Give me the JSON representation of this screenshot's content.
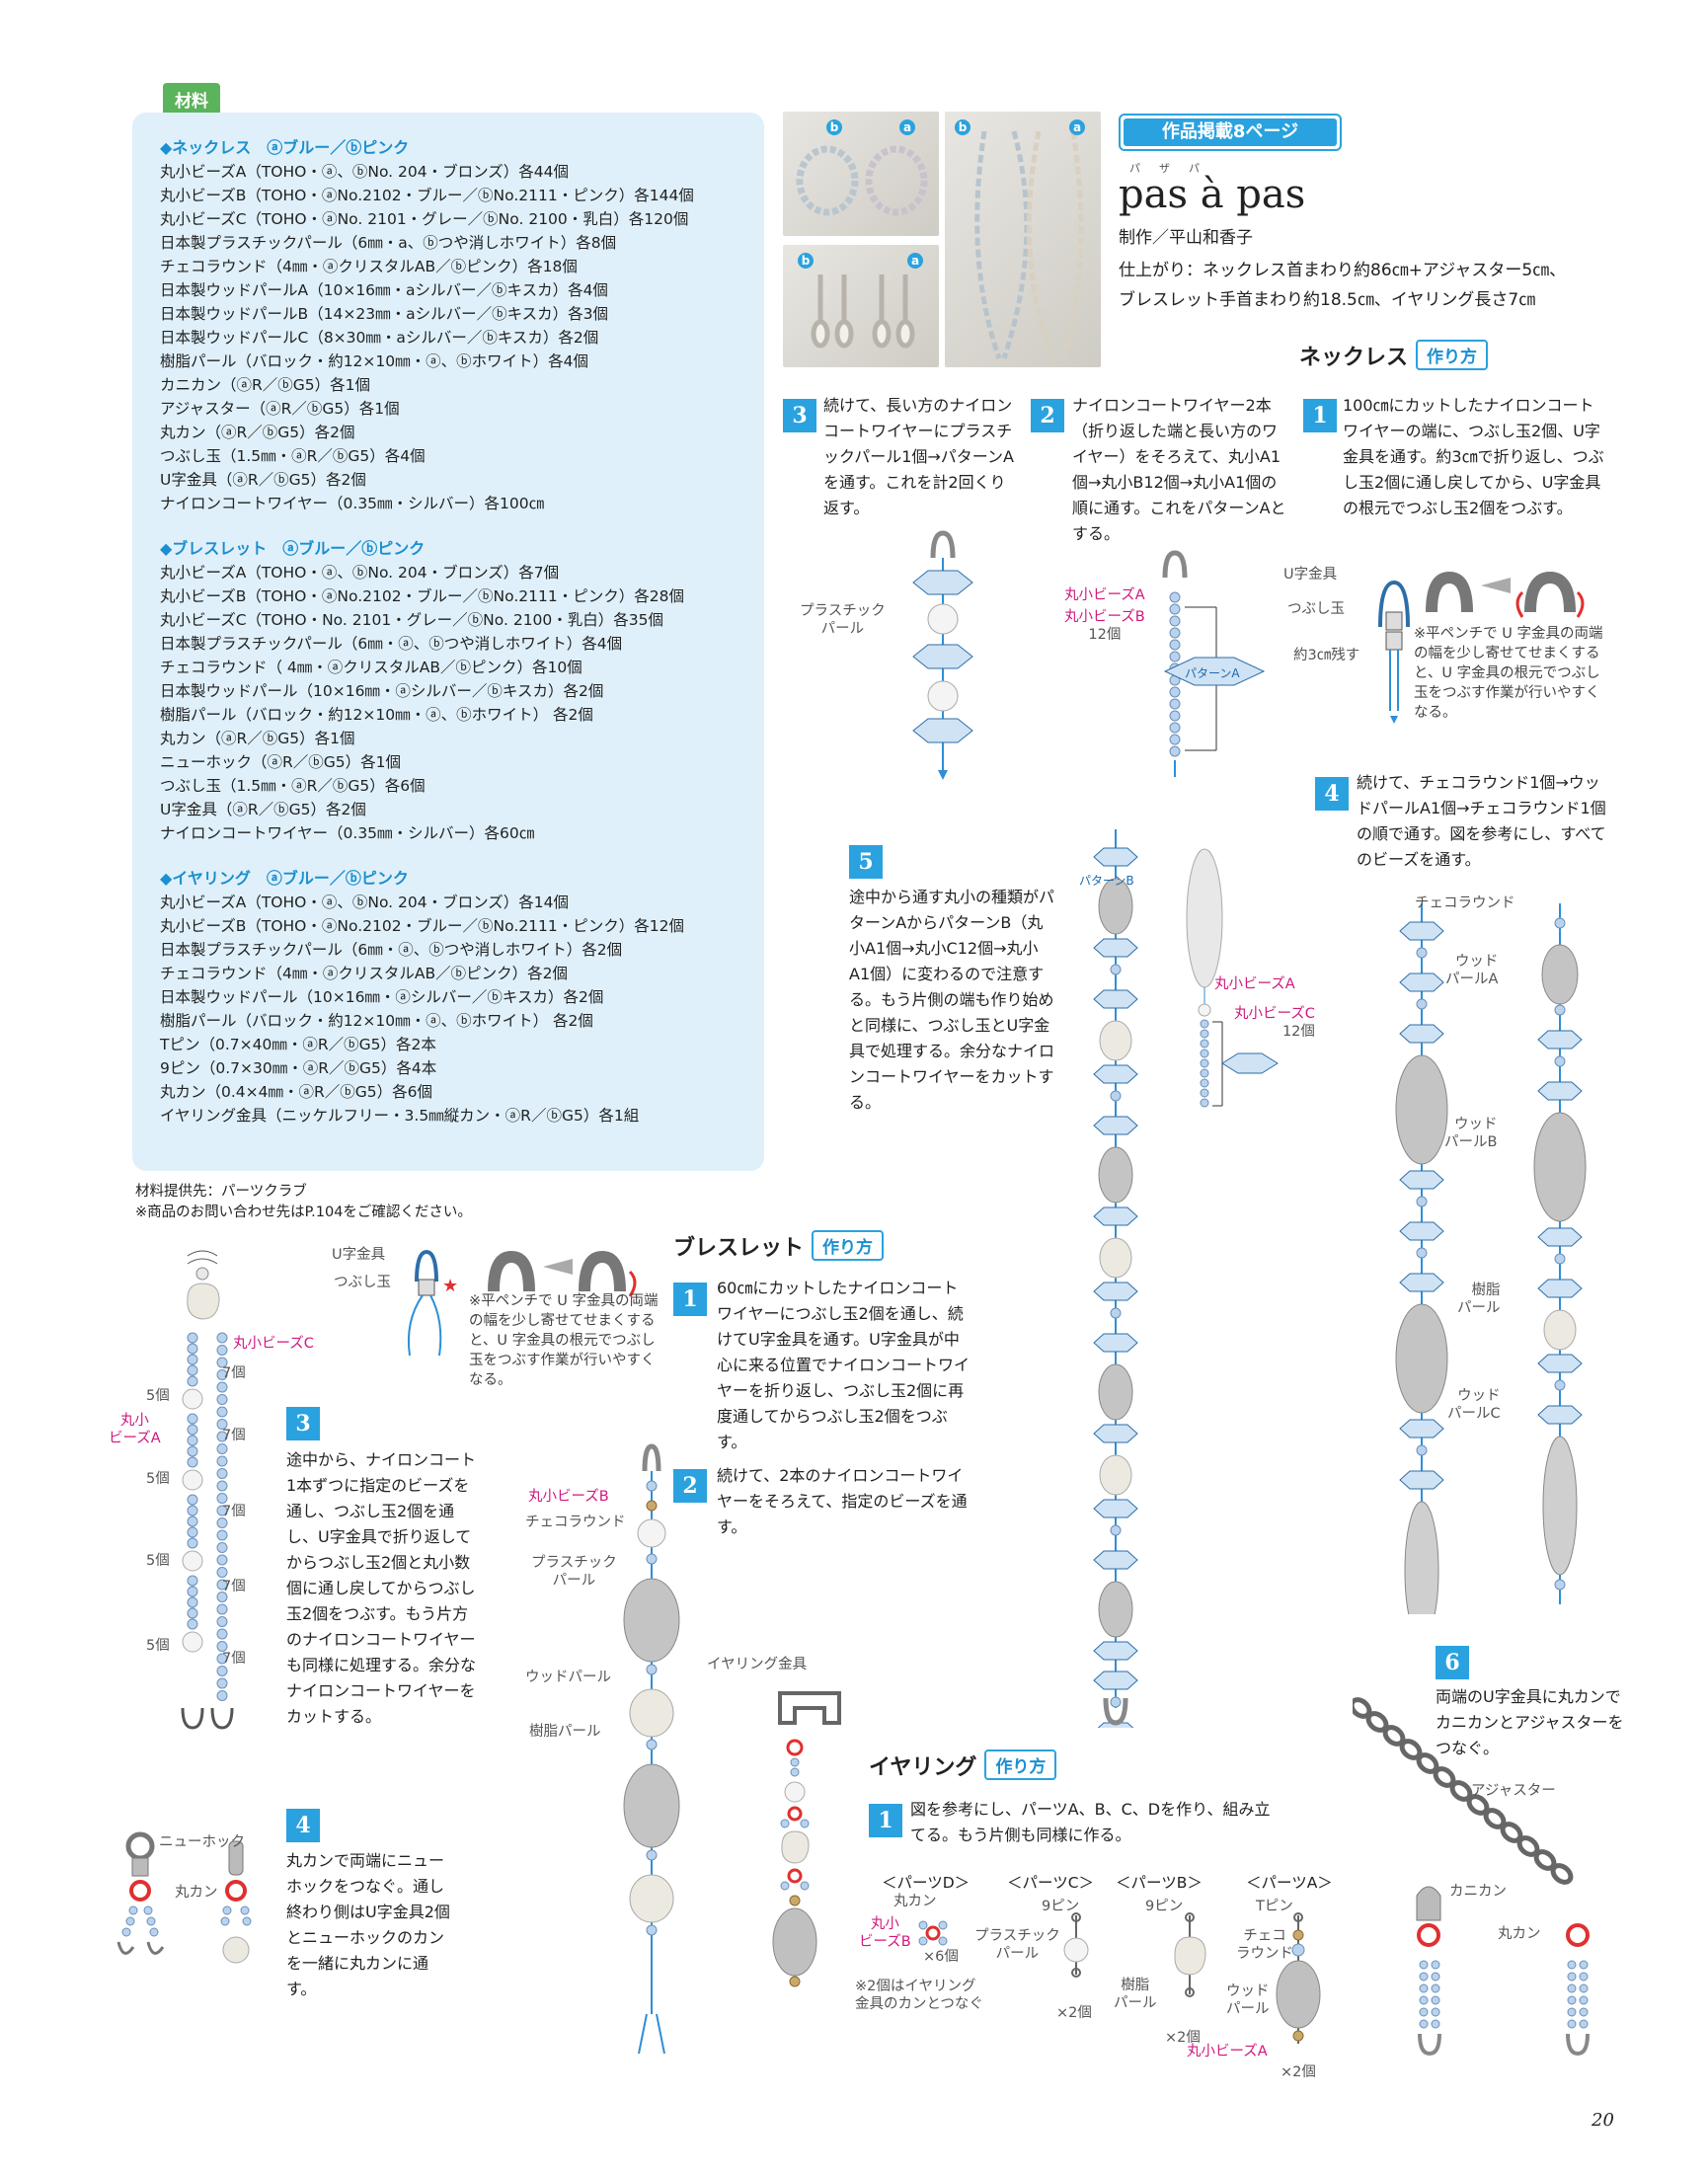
{
  "materials": {
    "tag": "材料",
    "necklace": {
      "heading": "◆ネックレス　ⓐブルー／ⓑピンク",
      "items": [
        "丸小ビーズA（TOHO・ⓐ、ⓑNo. 204・ブロンズ）各44個",
        "丸小ビーズB（TOHO・ⓐNo.2102・ブルー／ⓑNo.2111・ピンク）各144個",
        "丸小ビーズC（TOHO・ⓐNo. 2101・グレー／ⓑNo. 2100・乳白）各120個",
        "日本製プラスチックパール（6㎜・a、ⓑつや消しホワイト）各8個",
        "チェコラウンド（4㎜・ⓐクリスタルAB／ⓑピンク）各18個",
        "日本製ウッドパールA（10×16㎜・aシルバー／ⓑキスカ）各4個",
        "日本製ウッドパールB（14×23㎜・aシルバー／ⓑキスカ）各3個",
        "日本製ウッドパールC（8×30㎜・aシルバー／ⓑキスカ）各2個",
        "樹脂パール（バロック・約12×10㎜・ⓐ、ⓑホワイト）各4個",
        "カニカン（ⓐR／ⓑG5）各1個",
        "アジャスター（ⓐR／ⓑG5）各1個",
        "丸カン（ⓐR／ⓑG5）各2個",
        "つぶし玉（1.5㎜・ⓐR／ⓑG5）各4個",
        "U字金具（ⓐR／ⓑG5）各2個",
        "ナイロンコートワイヤー（0.35㎜・シルバー）各100㎝"
      ]
    },
    "bracelet": {
      "heading": "◆ブレスレット　ⓐブルー／ⓑピンク",
      "items": [
        "丸小ビーズA（TOHO・ⓐ、ⓑNo. 204・ブロンズ）各7個",
        "丸小ビーズB（TOHO・ⓐNo.2102・ブルー／ⓑNo.2111・ピンク）各28個",
        "丸小ビーズC（TOHO・No. 2101・グレー／ⓑNo. 2100・乳白）各35個",
        "日本製プラスチックパール（6㎜・ⓐ、ⓑつや消しホワイト）各4個",
        "チェコラウンド（ 4㎜・ⓐクリスタルAB／ⓑピンク）各10個",
        "日本製ウッドパール（10×16㎜・ⓐシルバー／ⓑキスカ）各2個",
        "樹脂パール（バロック・約12×10㎜・ⓐ、ⓑホワイト） 各2個",
        "丸カン（ⓐR／ⓑG5）各1個",
        "ニューホック（ⓐR／ⓑG5）各1個",
        "つぶし玉（1.5㎜・ⓐR／ⓑG5）各6個",
        "U字金具（ⓐR／ⓑG5）各2個",
        "ナイロンコートワイヤー（0.35㎜・シルバー）各60㎝"
      ]
    },
    "earring": {
      "heading": "◆イヤリング　ⓐブルー／ⓑピンク",
      "items": [
        "丸小ビーズA（TOHO・ⓐ、ⓑNo. 204・ブロンズ）各14個",
        "丸小ビーズB（TOHO・ⓐNo.2102・ブルー／ⓑNo.2111・ピンク）各12個",
        "日本製プラスチックパール（6㎜・ⓐ、ⓑつや消しホワイト）各2個",
        "チェコラウンド（4㎜・ⓐクリスタルAB／ⓑピンク）各2個",
        "日本製ウッドパール（10×16㎜・ⓐシルバー／ⓑキスカ）各2個",
        "樹脂パール（バロック・約12×10㎜・ⓐ、ⓑホワイト） 各2個",
        "Tピン（0.7×40㎜・ⓐR／ⓑG5）各2本",
        "9ピン（0.7×30㎜・ⓐR／ⓑG5）各4本",
        "丸カン（0.4×4㎜・ⓐR／ⓑG5）各6個",
        "イヤリング金具（ニッケルフリー・3.5㎜縦カン・ⓐR／ⓑG5）各1組"
      ]
    },
    "supplier": "材料提供先：パーツクラブ",
    "inquiry": "※商品のお問い合わせ先はP.104をご確認ください。"
  },
  "header": {
    "badge": "作品掲載8ページ",
    "ruby": "パ　ザ　パ",
    "title": "pas à pas",
    "maker": "制作／平山和香子",
    "finish1": "仕上がり：ネックレス首まわり約86㎝+アジャスター5㎝、",
    "finish2": "ブレスレット手首まわり約18.5㎝、イヤリング長さ7㎝"
  },
  "photos": {
    "b": "b",
    "a": "a"
  },
  "necklace": {
    "title": "ネックレス",
    "howto": "作り方",
    "step1": "100㎝にカットしたナイロンコートワイヤーの端に、つぶし玉2個、U字金具を通す。約3㎝で折り返し、つぶし玉2個に通し戻してから、U字金具の根元でつぶし玉2個をつぶす。",
    "step2": "ナイロンコートワイヤー2本（折り返した端と長い方のワイヤー）をそろえて、丸小A1個→丸小B12個→丸小A1個の順に通す。これをパターンAとする。",
    "step3": "続けて、長い方のナイロンコートワイヤーにプラスチックパール1個→パターンAを通す。これを計2回くり返す。",
    "step4": "続けて、チェコラウンド1個→ウッドパールA1個→チェコラウンド1個の順で通す。図を参考にし、すべてのビーズを通す。",
    "step5": "途中から通す丸小の種類がパターンAからパターンB（丸小A1個→丸小C12個→丸小A1個）に変わるので注意する。もう片側の端も作り始めと同様に、つぶし玉とU字金具で処理する。余分なナイロンコートワイヤーをカットする。",
    "step6": "両端のU字金具に丸カンでカニカンとアジャスターをつなぐ。",
    "note": "※平ペンチで U 字金具の両端の幅を少し寄せてせまくすると、U 字金具の根元でつぶし玉をつぶす作業が行いやすくなる。",
    "labels": {
      "ujikanagu": "U字金具",
      "tsubushi": "つぶし玉",
      "nokosu": "約3㎝残す",
      "plastic": "プラスチック\nパール",
      "pattern_a": "パターンA",
      "pattern_b": "パターンB",
      "maruA": "丸小ビーズA",
      "maruB": "丸小ビーズB",
      "maruC": "丸小ビーズC",
      "count12": "12個",
      "czech": "チェコラウンド",
      "woodA": "ウッド\nパールA",
      "woodB": "ウッド\nパールB",
      "woodC": "ウッド\nパールC",
      "jushi": "樹脂\nパール",
      "adjuster": "アジャスター",
      "kanikan": "カニカン",
      "marukan": "丸カン"
    }
  },
  "bracelet": {
    "title": "ブレスレット",
    "howto": "作り方",
    "step1": "60㎝にカットしたナイロンコートワイヤーにつぶし玉2個を通し、続けてU字金具を通す。U字金具が中心に来る位置でナイロンコートワイヤーを折り返し、つぶし玉2個に再度通してからつぶし玉2個をつぶす。",
    "step2": "続けて、2本のナイロンコートワイヤーをそろえて、指定のビーズを通す。",
    "step3": "途中から、ナイロンコート1本ずつに指定のビーズを通し、つぶし玉2個を通し、U字金具で折り返してからつぶし玉2個と丸小数個に通し戻してからつぶし玉2個をつぶす。もう片方のナイロンコートワイヤーも同様に処理する。余分なナイロンコートワイヤーをカットする。",
    "step4": "丸カンで両端にニューホックをつなぐ。通し終わり側はU字金具2個とニューホックのカンを一緒に丸カンに通す。",
    "note": "※平ペンチで U 字金具の両端の幅を少し寄せてせまくすると、U 字金具の根元でつぶし玉をつぶす作業が行いやすくなる。",
    "labels": {
      "ujikanagu": "U字金具",
      "tsubushi": "つぶし玉",
      "maruC": "丸小ビーズC",
      "maruA": "丸小\nビーズA",
      "maruB": "丸小ビーズB",
      "count5": "5個",
      "count7": "7個",
      "czech": "チェコラウンド",
      "plastic": "プラスチック\nパール",
      "wood": "ウッドパール",
      "jushi": "樹脂パール",
      "newhook": "ニューホック",
      "marukan": "丸カン"
    }
  },
  "earring": {
    "title": "イヤリング",
    "howto": "作り方",
    "step1": "図を参考にし、パーツA、B、C、Dを作り、組み立てる。もう片側も同様に作る。",
    "kanagu": "イヤリング金具",
    "parts": {
      "d": "＜パーツD＞",
      "c": "＜パーツC＞",
      "b": "＜パーツB＞",
      "a": "＜パーツA＞"
    },
    "labels": {
      "marukan": "丸カン",
      "maruB": "丸小\nビーズB",
      "x6": "×6個",
      "note": "※2個はイヤリング\n金具のカンとつなぐ",
      "pin9": "9ピン",
      "plastic": "プラスチック\nパール",
      "x2": "×2個",
      "jushi": "樹脂\nパール",
      "tpin": "Tピン",
      "czech": "チェコ\nラウンド",
      "wood": "ウッド\nパール",
      "maruA": "丸小ビーズA"
    }
  },
  "page_number": "20"
}
